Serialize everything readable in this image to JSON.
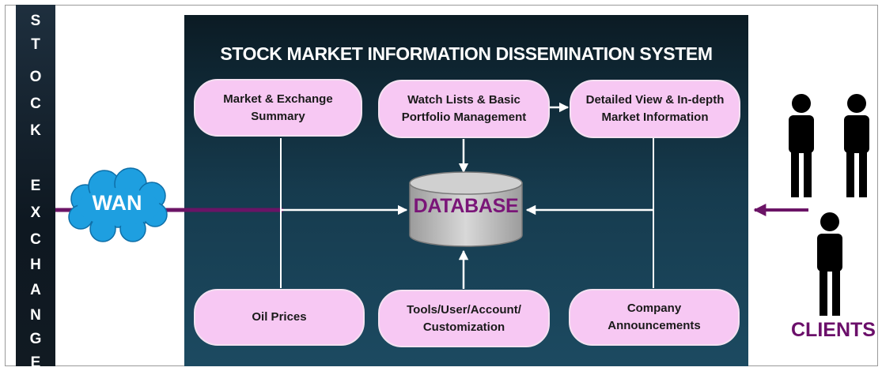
{
  "exchange_letters": [
    "S",
    "T",
    "O",
    "C",
    "K",
    "",
    "E",
    "X",
    "C",
    "H",
    "A",
    "N",
    "G",
    "E"
  ],
  "title": "STOCK MARKET INFORMATION DISSEMINATION SYSTEM",
  "boxes": {
    "market_summary": "Market & Exchange\nSummary",
    "watch_lists": "Watch Lists & Basic\nPortfolio Management",
    "detailed_view": "Detailed View & In-depth\nMarket Information",
    "oil_prices": "Oil Prices",
    "tools": "Tools/User/Account/\nCustomization",
    "announcements": "Company\nAnnouncements"
  },
  "database_label": "DATABASE",
  "wan_label": "WAN",
  "clients_label": "CLIENTS",
  "colors": {
    "box_fill": "#f7c8f3",
    "connector": "#ffffff",
    "wan_link": "#6b1466",
    "wan_cloud": "#1e9fe0",
    "database": "#bdbdbd",
    "client_figure": "#000000"
  },
  "icons": [
    "cloud-icon",
    "database-icon",
    "person-icon"
  ]
}
